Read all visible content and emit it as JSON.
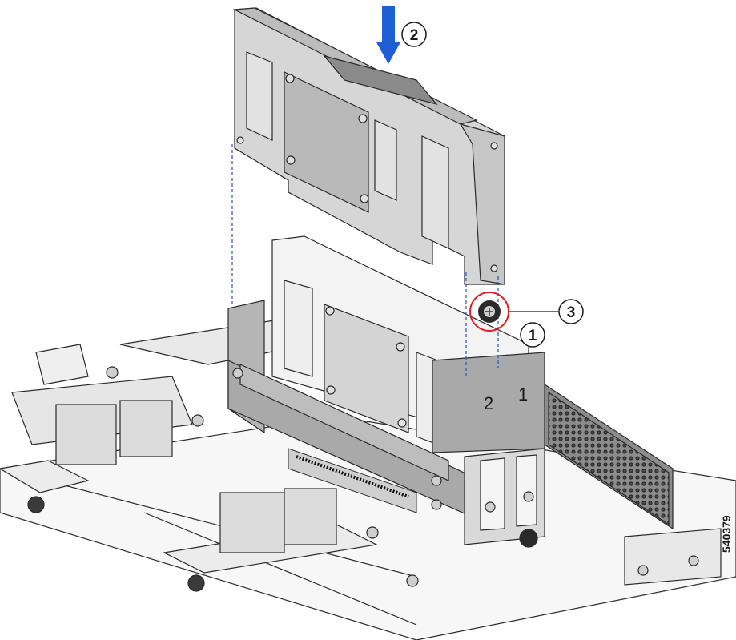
{
  "figure": {
    "figure_id": "540379",
    "callouts": [
      {
        "label": "1"
      },
      {
        "label": "2"
      },
      {
        "label": "3"
      }
    ],
    "slot_labels": [
      "2",
      "1"
    ]
  },
  "colors": {
    "card_fill": "#d6d6d6",
    "card_stroke": "#2b2b2b",
    "cage_fill": "#a9a9a9",
    "rail_fill": "#bdbdbd",
    "arrow_fill": "#1f5fd6",
    "guide_line": "#2d4fc7",
    "highlight_ring": "#e02020",
    "callout_stroke": "#1a1a1a"
  },
  "icons": {
    "insert_arrow": "arrow-down-icon",
    "thumbscrew": "thumbscrew-icon"
  }
}
